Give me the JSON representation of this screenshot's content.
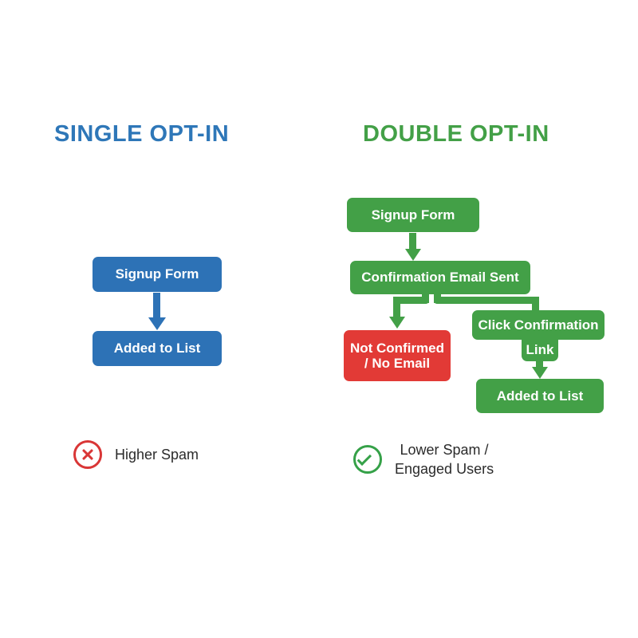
{
  "colors": {
    "blue": "#2D72B6",
    "green": "#43A047",
    "red": "#E23A36",
    "title_blue": "#2E77B8",
    "title_green": "#43A047",
    "legend_red": "#D93636",
    "legend_green": "#35A148",
    "text_dark": "#2B2B2B",
    "background": "#FFFFFF"
  },
  "single": {
    "title": "SINGLE OPT-IN",
    "nodes": {
      "signup_form": "Signup Form",
      "added_to_list": "Added to List"
    },
    "legend": {
      "icon": "circle-cross-icon",
      "label": "Higher Spam"
    }
  },
  "double": {
    "title": "DOUBLE OPT-IN",
    "nodes": {
      "signup_form": "Signup Form",
      "confirmation_email_sent": "Confirmation Email Sent",
      "not_confirmed_line1": "Not Confirmed",
      "not_confirmed_line2": "/ No Email",
      "click_confirmation": "Click Confirmation",
      "link": "Link",
      "added_to_list": "Added to List"
    },
    "legend": {
      "icon": "circle-check-icon",
      "label": "Lower Spam /\nEngaged Users"
    }
  }
}
